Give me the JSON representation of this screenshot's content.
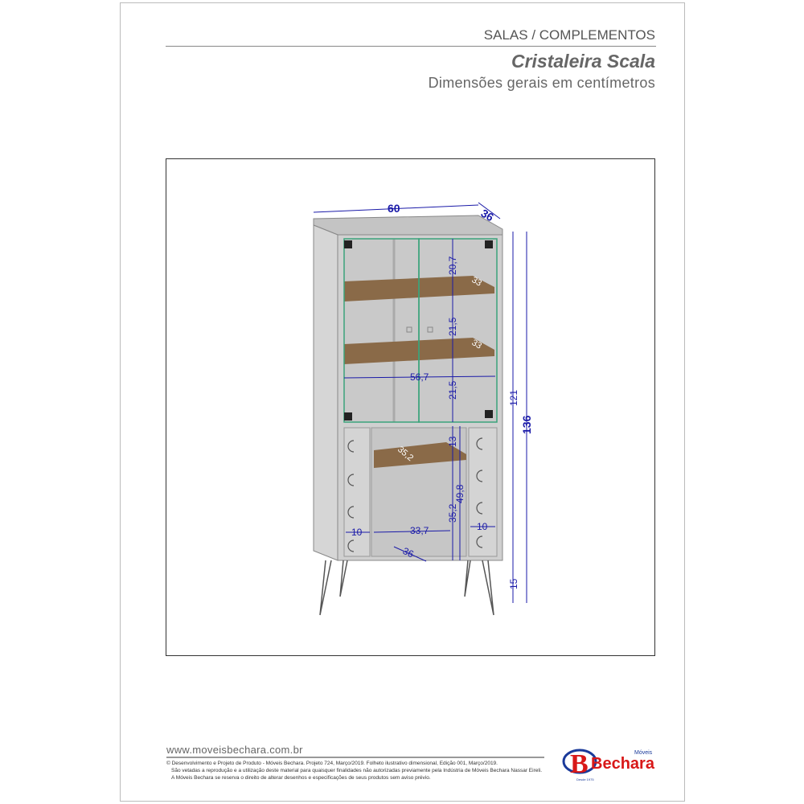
{
  "header": {
    "category": "SALAS / COMPLEMENTOS",
    "title": "Cristaleira Scala",
    "subtitle": "Dimensões gerais em centímetros"
  },
  "dimensions": {
    "width": "60",
    "depth": "36",
    "height_total": "136",
    "height_body": "121",
    "leg_height": "15",
    "shelf_gap_1": "20,7",
    "shelf_gap_2": "21,5",
    "shelf_gap_3": "21,5",
    "shelf_depth_1": "33",
    "shelf_depth_2": "33",
    "inner_width": "56,7",
    "lower_gap": "13",
    "lower_height": "49,8",
    "lower_inner_height": "35,2",
    "lower_shelf_depth": "35,2",
    "side_left": "10",
    "center_width": "33,7",
    "side_right": "10",
    "lower_depth": "36"
  },
  "footer": {
    "url": "www.moveisbechara.com.br",
    "line1": "© Desenvolvimento e Projeto de Produto - Móveis Bechara. Projeto 724, Março/2019. Folheto ilustrativo dimensional, Edição 001, Março/2019.",
    "line2": "São vetadas a reprodução e a utilização deste material para quaisquer finalidades não autorizadas previamente pela Indústria de Móveis Bechara Nassar Eireli.",
    "line3": "A Móveis Bechara se reserva o direito de alterar desenhos e especificações de seus produtos sem aviso prévio.",
    "logo_brand": "Bechara",
    "logo_small": "Móveis",
    "logo_tag": "Desde 1975"
  },
  "colors": {
    "dimension": "#1a1aa8",
    "wood": "#8a6a48",
    "glass": "#3aa37a",
    "panel": "#cfcfcf"
  }
}
